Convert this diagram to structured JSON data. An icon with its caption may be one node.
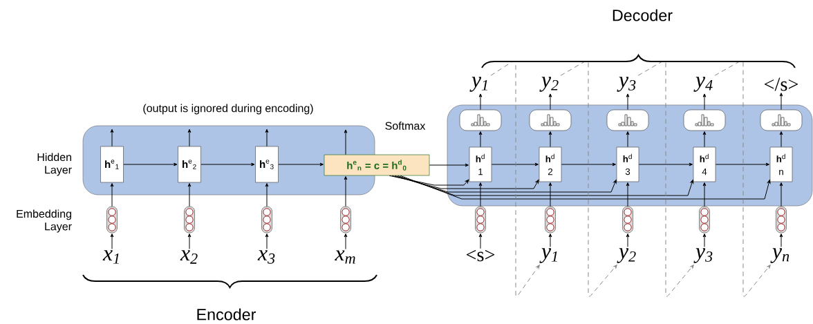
{
  "diagram": {
    "nodes": [
      {
        "text": [],
        "shape": "box"
      },
      {
        "text": [],
        "shape": "box"
      },
      {
        "text": [
          "**h**$^{e}$$_{1}$"
        ],
        "in": 0
      },
      {
        "text": [
          "**h**$^{e}$$_{2}$"
        ],
        "in": 0
      },
      {
        "text": [
          "**h**$^{e}$$_{3}$"
        ],
        "in": 0
      },
      {
        "text": [
          "**h**$^{e}$$_{n}$ **= c = h**$^{d}$$_{0}$"
        ]
      },
      {
        "text": [],
        "shape": "box"
      },
      {
        "text": [],
        "shape": "box"
      },
      {
        "text": [],
        "shape": "box"
      },
      {
        "text": [],
        "shape": "box"
      },
      {
        "text": [
          "x$_{1}$"
        ]
      },
      {
        "text": [
          "x$_{2}$"
        ]
      },
      {
        "text": [
          "x$_{3}$"
        ]
      },
      {
        "text": [
          "x$_{m}$"
        ]
      },
      {
        "text": [
          "**h**$^{d}$",
          "1"
        ],
        "in": 1
      },
      {
        "text": [
          "**h**$^{d}$",
          "2"
        ],
        "in": 1
      },
      {
        "text": [
          "**h**$^{d}$",
          "3"
        ],
        "in": 1
      },
      {
        "text": [
          "**h**$^{d}$",
          "4"
        ],
        "in": 1
      },
      {
        "text": [
          "**h**$^{d}$",
          "n"
        ],
        "in": 1
      },
      {
        "text": [],
        "shape": "box",
        "in": 1
      },
      {
        "text": [],
        "shape": "box",
        "in": 1
      },
      {
        "text": [],
        "shape": "box",
        "in": 1
      },
      {
        "text": [],
        "shape": "box",
        "in": 1
      },
      {
        "text": [],
        "shape": "box",
        "in": 1
      },
      {
        "text": [
          "y$_{1}$"
        ]
      },
      {
        "text": [
          "y$_{2}$"
        ]
      },
      {
        "text": [
          "y$_{3}$"
        ]
      },
      {
        "text": [
          "y$_{4}$"
        ]
      },
      {
        "text": [
          "</s>"
        ]
      },
      {
        "text": [],
        "shape": "box"
      },
      {
        "text": [],
        "shape": "box"
      },
      {
        "text": [],
        "shape": "box"
      },
      {
        "text": [],
        "shape": "box"
      },
      {
        "text": [],
        "shape": "box"
      },
      {
        "text": [
          "<s>"
        ]
      },
      {
        "text": [
          "y$_{1}$"
        ]
      },
      {
        "text": [
          "y$_{2}$"
        ]
      },
      {
        "text": [
          "y$_{3}$"
        ]
      },
      {
        "text": [
          "y$_{n}$"
        ]
      }
    ],
    "edges": [
      {
        "from": 2,
        "to": 3,
        "arrow": "to"
      },
      {
        "from": 3,
        "to": 4,
        "arrow": "to"
      },
      {
        "from": 4,
        "to": 5,
        "arrow": "to"
      },
      {
        "from": 5,
        "to": 14,
        "arrow": "to"
      },
      {
        "from": 14,
        "to": 15,
        "arrow": "to"
      },
      {
        "from": 15,
        "to": 16,
        "arrow": "to"
      },
      {
        "from": 16,
        "to": 17,
        "arrow": "to"
      },
      {
        "from": 17,
        "to": 18,
        "arrow": "to"
      },
      {
        "from": 5,
        "to": 14,
        "arrow": "to"
      },
      {
        "from": 5,
        "to": 15,
        "arrow": "to"
      },
      {
        "from": 5,
        "to": 16,
        "arrow": "to"
      },
      {
        "from": 5,
        "to": 17,
        "arrow": "to"
      },
      {
        "from": 5,
        "to": 18,
        "arrow": "to"
      },
      {
        "from": 6,
        "to": 2,
        "arrow": "to"
      },
      {
        "from": 7,
        "to": 3,
        "arrow": "to"
      },
      {
        "from": 8,
        "to": 4,
        "arrow": "to"
      },
      {
        "from": 9,
        "to": 5,
        "arrow": "to"
      },
      {
        "from": 10,
        "to": 6,
        "arrow": "to"
      },
      {
        "from": 11,
        "to": 7,
        "arrow": "to"
      },
      {
        "from": 12,
        "to": 8,
        "arrow": "to"
      },
      {
        "from": 13,
        "to": 9,
        "arrow": "to"
      },
      {
        "from": 2,
        "to": null,
        "arrow": "to"
      },
      {
        "from": 3,
        "to": null,
        "arrow": "to"
      },
      {
        "from": 4,
        "to": null,
        "arrow": "to"
      },
      {
        "from": 5,
        "to": 0,
        "arrow": "to"
      },
      {
        "from": 29,
        "to": 14,
        "arrow": "to"
      },
      {
        "from": 30,
        "to": 15,
        "arrow": "to"
      },
      {
        "from": 31,
        "to": 16,
        "arrow": "to"
      },
      {
        "from": 32,
        "to": 17,
        "arrow": "to"
      },
      {
        "from": 33,
        "to": 18,
        "arrow": "to"
      },
      {
        "from": 34,
        "to": 29,
        "arrow": "to"
      },
      {
        "from": 35,
        "to": 30,
        "arrow": "to"
      },
      {
        "from": 36,
        "to": 31,
        "arrow": "to"
      },
      {
        "from": 37,
        "to": 32,
        "arrow": "to"
      },
      {
        "from": 38,
        "to": 33,
        "arrow": "to"
      },
      {
        "from": 14,
        "to": 19,
        "arrow": "to"
      },
      {
        "from": 15,
        "to": 20,
        "arrow": "to"
      },
      {
        "from": 16,
        "to": 21,
        "arrow": "to"
      },
      {
        "from": 17,
        "to": 22,
        "arrow": "to"
      },
      {
        "from": 18,
        "to": 23,
        "arrow": "to"
      },
      {
        "from": 19,
        "to": 24,
        "arrow": "to"
      },
      {
        "from": 20,
        "to": 25,
        "arrow": "to"
      },
      {
        "from": 21,
        "to": 26,
        "arrow": "to"
      },
      {
        "from": 22,
        "to": 27,
        "arrow": "to"
      },
      {
        "from": 23,
        "to": 28,
        "arrow": "to"
      },
      {
        "from": 24,
        "to": 35,
        "arrow": "to",
        "style": "dashed",
        "color": "#888888"
      },
      {
        "from": 25,
        "to": 36,
        "arrow": "to",
        "style": "dashed",
        "color": "#888888"
      },
      {
        "from": 26,
        "to": 37,
        "arrow": "to",
        "style": "dashed",
        "color": "#888888"
      },
      {
        "from": 27,
        "to": 38,
        "arrow": "to",
        "style": "dashed",
        "color": "#888888"
      }
    ],
    "labels": [
      "Decoder",
      "(output is ignored during encoding)",
      "Softmax",
      "Hidden Layer",
      "Embedding Layer",
      "Encoder"
    ]
  }
}
